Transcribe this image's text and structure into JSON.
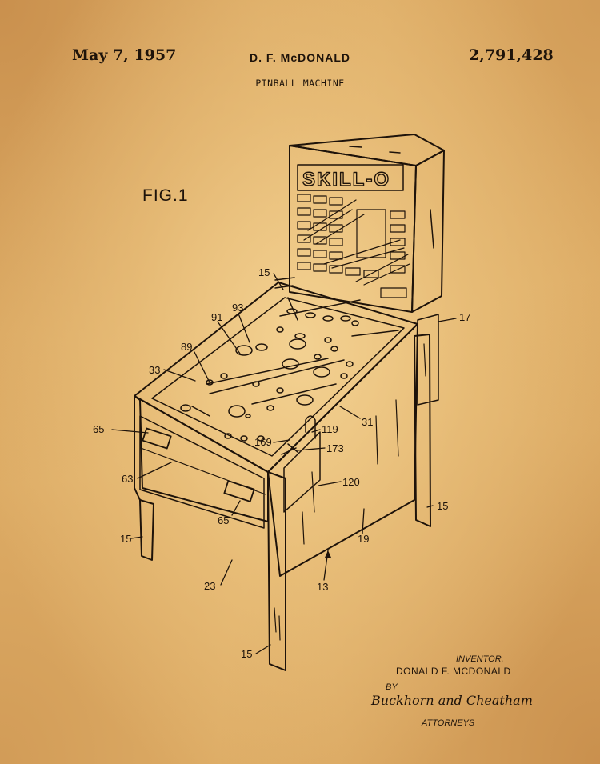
{
  "header": {
    "date": "May 7, 1957",
    "inventor_name": "D. F. McDONALD",
    "patent_number": "2,791,428",
    "title": "PINBALL MACHINE"
  },
  "figure_label": "FIG.1",
  "backglass_text": "SKILL-O",
  "callouts": {
    "c15a": "15",
    "c93": "93",
    "c91": "91",
    "c89": "89",
    "c33": "33",
    "c65a": "65",
    "c63": "63",
    "c65b": "65",
    "c15b": "15",
    "c23": "23",
    "c15c": "15",
    "c13": "13",
    "c19": "19",
    "c15d": "15",
    "c120": "120",
    "c173": "173",
    "c169": "169",
    "c119": "119",
    "c31": "31",
    "c17": "17"
  },
  "signature_block": {
    "inventor_label": "INVENTOR.",
    "inventor_full_name": "DONALD F. MCDONALD",
    "by": "BY",
    "attorney_signature": "Buckhorn and Cheatham",
    "attorneys_label": "ATTORNEYS"
  },
  "colors": {
    "paper": "#e3b46c",
    "ink": "#1e130a"
  }
}
